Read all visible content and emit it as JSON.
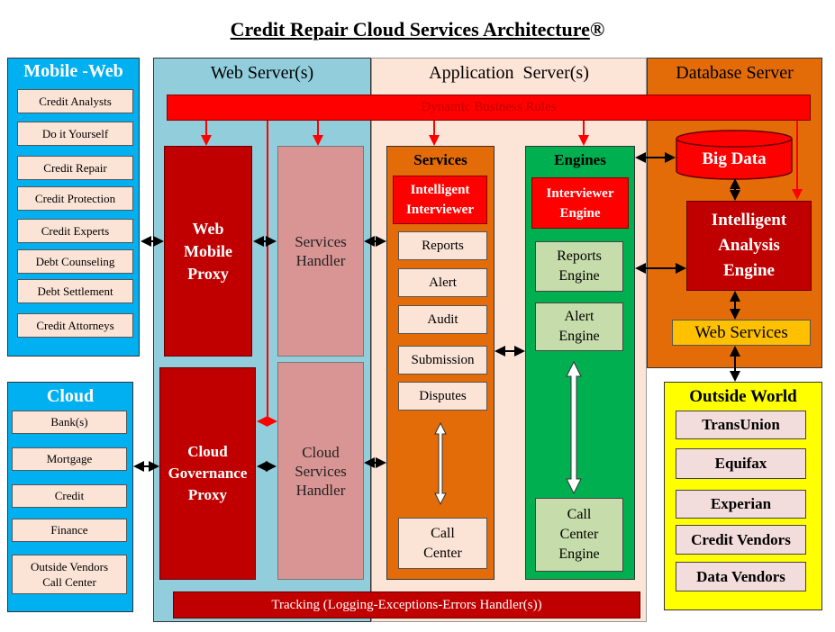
{
  "title": "Credit Repair Cloud Services Architecture",
  "title_mark": "®",
  "mobile_web": {
    "title": "Mobile -Web",
    "items": [
      "Credit Analysts",
      "Do it Yourself",
      "Credit Repair",
      "Credit Protection",
      "Credit Experts",
      "Debt Counseling",
      "Debt Settlement",
      "Credit Attorneys"
    ]
  },
  "cloud": {
    "title": "Cloud",
    "items": [
      "Bank(s)",
      "Mortgage",
      "Credit",
      "Finance",
      "Outside Vendors\nCall Center"
    ]
  },
  "web_server": {
    "title": "Web Server(s)",
    "web_mobile_proxy": "Web\nMobile\nProxy",
    "services_handler": "Services\nHandler",
    "cloud_governance_proxy": "Cloud\nGovernance\nProxy",
    "cloud_services_handler": "Cloud\nServices\nHandler"
  },
  "app_server": {
    "title": "Application  Server(s)",
    "services": {
      "title": "Services",
      "intelligent_interviewer": "Intelligent\nInterviewer",
      "items": [
        "Reports",
        "Alert",
        "Audit",
        "Submission",
        "Disputes"
      ],
      "call_center": "Call\nCenter"
    },
    "engines": {
      "title": "Engines",
      "interviewer_engine": "Interviewer\nEngine",
      "reports_engine": "Reports\nEngine",
      "alert_engine": "Alert\nEngine",
      "call_center_engine": "Call\nCenter\nEngine"
    }
  },
  "dynamic_rules": "Dynamic Business Rules",
  "tracking": "Tracking (Logging-Exceptions-Errors Handler(s))",
  "database_server": {
    "title": "Database Server",
    "big_data": "Big Data",
    "analysis_engine": "Intelligent\nAnalysis\nEngine",
    "web_services": "Web Services"
  },
  "outside_world": {
    "title": "Outside World",
    "items": [
      "TransUnion",
      "Equifax",
      "Experian",
      "Credit Vendors",
      "Data Vendors"
    ]
  },
  "colors": {
    "blue": "#00b0f0",
    "light_blue": "#92cddc",
    "peach": "#fce4d6",
    "orange": "#e36c09",
    "green": "#00b050",
    "red": "#ff0000",
    "dark_red": "#c00000",
    "yellow": "#ffff00"
  }
}
